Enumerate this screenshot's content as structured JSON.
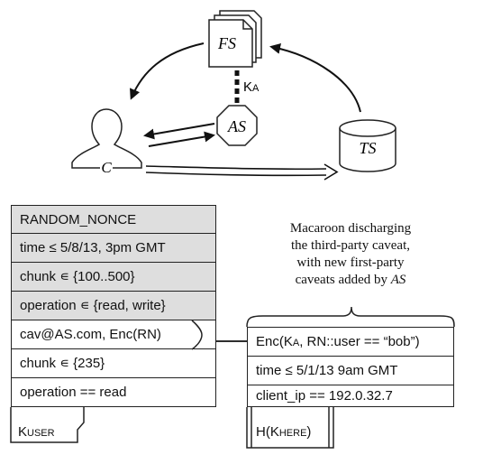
{
  "top_diagram": {
    "fs_label": "FS",
    "as_label": "AS",
    "ts_label": "TS",
    "client_label": "C",
    "key_label": "K",
    "key_sub": "A"
  },
  "macaroon": {
    "caveats": [
      {
        "text": "RANDOM_NONCE",
        "shaded": true
      },
      {
        "text": "time ≤ 5/8/13, 3pm GMT",
        "shaded": true
      },
      {
        "text": "chunk ∊ {100..500}",
        "shaded": true
      },
      {
        "text": "operation ∊ {read, write}",
        "shaded": true
      },
      {
        "text": "cav@AS.com, Enc(RN)",
        "shaded": false
      },
      {
        "text": "chunk ∊ {235}",
        "shaded": false
      },
      {
        "text": "operation == read",
        "shaded": false
      }
    ],
    "signature_k": "K",
    "signature_sub": "USER"
  },
  "discharge": {
    "caption_lines": [
      "Macaroon discharging",
      "the third-party caveat,",
      "with new first-party",
      "caveats added by "
    ],
    "caption_as": "AS",
    "enc_prefix": "Enc(K",
    "enc_sub": "A",
    "enc_rest": ", RN::user == “bob”)",
    "caveats": [
      "time ≤ 5/1/13 9am GMT",
      "client_ip == 192.0.32.7"
    ],
    "signature_prefix": "H(K",
    "signature_sub": "HERE",
    "signature_suffix": ")"
  },
  "colors": {
    "shaded": "#dedede",
    "line": "#222222"
  }
}
